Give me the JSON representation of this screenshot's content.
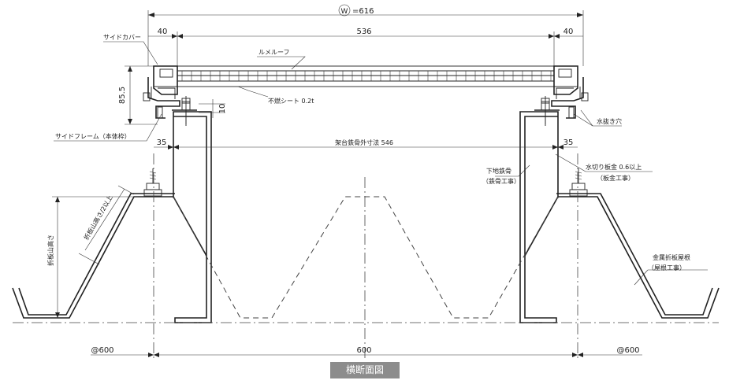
{
  "dimensions": {
    "total_symbol": "W",
    "total": "=616",
    "left_edge": "40",
    "middle": "536",
    "right_edge": "40",
    "height": "85.5",
    "flange": "10",
    "left_offset": "35",
    "right_offset": "35",
    "frame_outer": "架台鉄骨外寸法 546",
    "pitch_left": "@600",
    "pitch_center": "600",
    "pitch_right": "@600"
  },
  "labels": {
    "side_cover": "サイドカバー",
    "roof_panel": "ルメルーフ",
    "fireproof_sheet": "不燃シート 0.2t",
    "side_frame": "サイドフレーム（本体枠）",
    "drain_hole": "水抜き穴",
    "base_steel": "下地鉄骨",
    "base_steel_note": "（鉄骨工事）",
    "flashing": "水切り板金 0.6以上",
    "flashing_note": "（板金工事）",
    "metal_roof": "金属折板屋根",
    "metal_roof_note": "（屋根工事）",
    "fold_height": "折板山高さ",
    "fold_half": "折板山高さ/2以上"
  },
  "caption": "横断面図"
}
